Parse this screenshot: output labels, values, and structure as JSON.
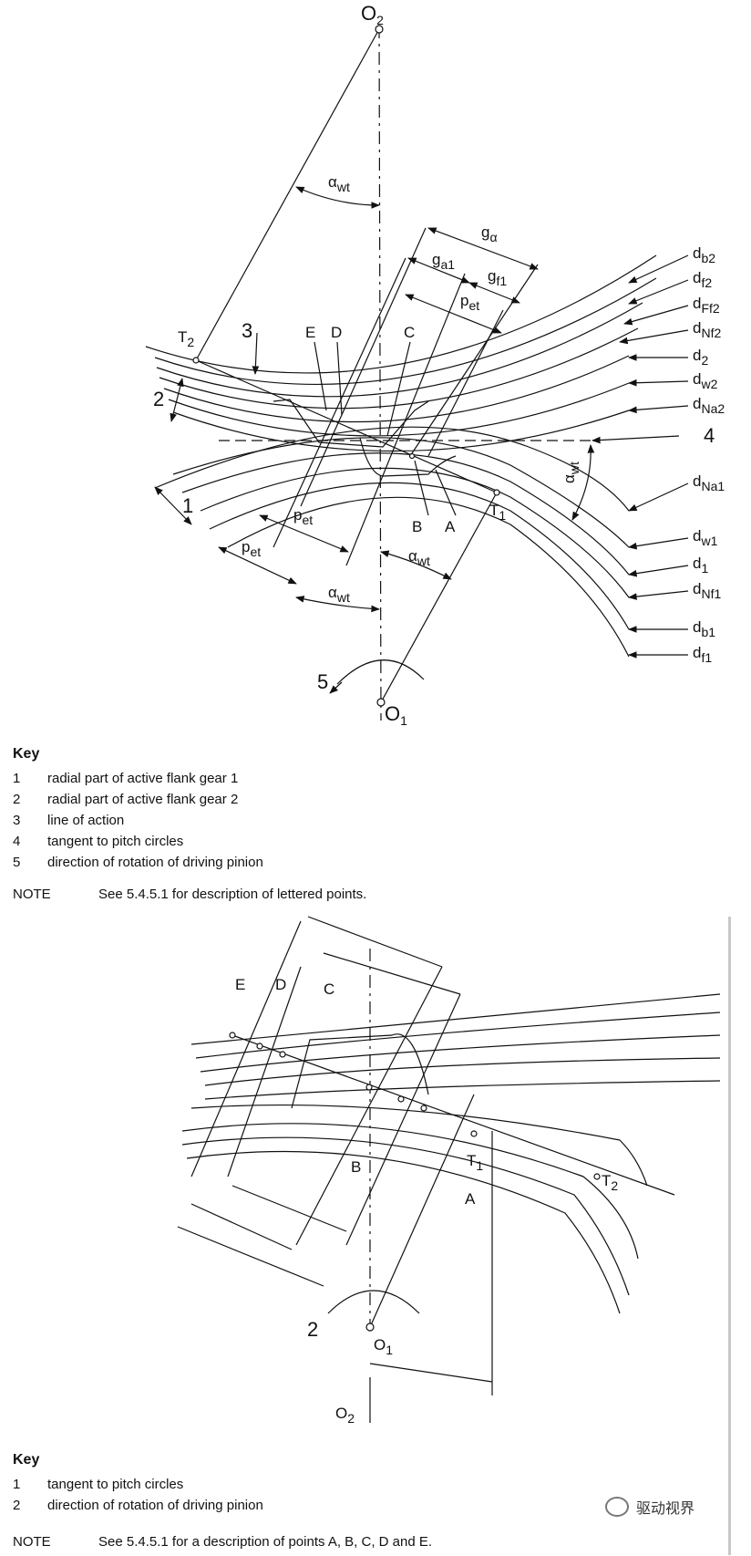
{
  "figure1": {
    "origin_top": "O",
    "origin_top_sub": "2",
    "origin_bottom": "O",
    "origin_bottom_sub": "1",
    "tangent_T2": "T",
    "tangent_T2_sub": "2",
    "tangent_T1": "T",
    "tangent_T1_sub": "1",
    "angle": "α",
    "angle_sub": "wt",
    "g_alpha": "g",
    "g_alpha_sub": "α",
    "g_a1": "g",
    "g_a1_sub": "a1",
    "g_f1": "g",
    "g_f1_sub": "f1",
    "p_et": "p",
    "p_et_sub": "et",
    "points": [
      "E",
      "D",
      "C",
      "B",
      "A"
    ],
    "callouts": [
      "1",
      "2",
      "3",
      "4",
      "5"
    ],
    "diameters": [
      {
        "main": "d",
        "sub": "b2"
      },
      {
        "main": "d",
        "sub": "f2"
      },
      {
        "main": "d",
        "sub": "Ff2"
      },
      {
        "main": "d",
        "sub": "Nf2"
      },
      {
        "main": "d",
        "sub": "2"
      },
      {
        "main": "d",
        "sub": "w2"
      },
      {
        "main": "d",
        "sub": "Na2"
      },
      {
        "main": "d",
        "sub": "Na1"
      },
      {
        "main": "d",
        "sub": "w1"
      },
      {
        "main": "d",
        "sub": "1"
      },
      {
        "main": "d",
        "sub": "Nf1"
      },
      {
        "main": "d",
        "sub": "b1"
      },
      {
        "main": "d",
        "sub": "f1"
      }
    ]
  },
  "key1": {
    "title": "Key",
    "items": [
      {
        "num": "1",
        "text": "radial part of active flank gear 1"
      },
      {
        "num": "2",
        "text": "radial part of active flank gear 2"
      },
      {
        "num": "3",
        "text": "line of action"
      },
      {
        "num": "4",
        "text": "tangent to pitch circles"
      },
      {
        "num": "5",
        "text": "direction of rotation of driving pinion"
      }
    ],
    "note_label": "NOTE",
    "note_text": "See 5.4.5.1 for description of lettered points."
  },
  "figure2": {
    "points": [
      "E",
      "D",
      "C",
      "B",
      "A"
    ],
    "tangent_T1": "T",
    "tangent_T1_sub": "1",
    "tangent_T2": "T",
    "tangent_T2_sub": "2",
    "origin_center": "O",
    "origin_center_sub": "1",
    "origin_down": "O",
    "origin_down_sub": "2",
    "callout_2": "2"
  },
  "key2": {
    "title": "Key",
    "items": [
      {
        "num": "1",
        "text": "tangent to pitch circles"
      },
      {
        "num": "2",
        "text": "direction of rotation of driving pinion"
      }
    ],
    "note_label": "NOTE",
    "note_text": "See 5.4.5.1 for a description of points A, B, C, D and E."
  },
  "watermark": "驱动视界"
}
